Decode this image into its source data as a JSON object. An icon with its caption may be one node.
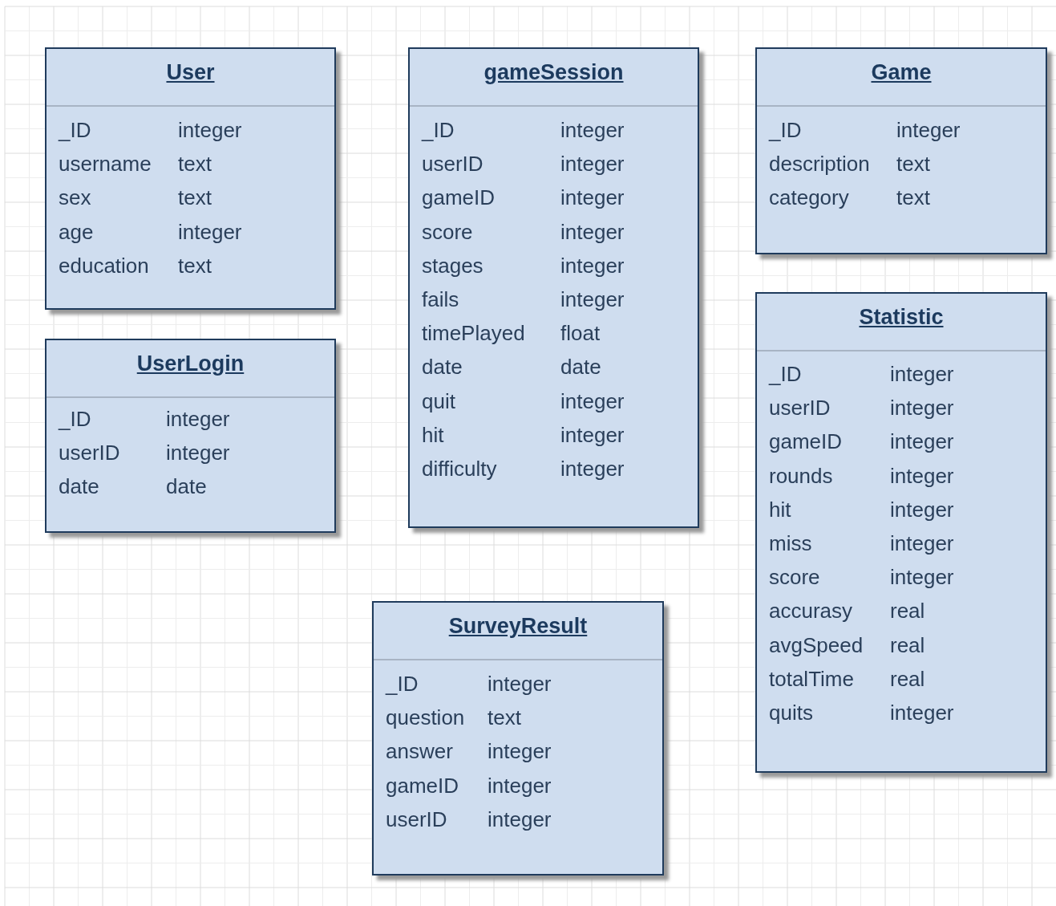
{
  "diagram": {
    "nodes": [
      {
        "text": [
          "User",
          "_ID",
          "integer",
          "username",
          "text",
          "sex",
          "text",
          "age",
          "integer",
          "education",
          "text"
        ]
      },
      {
        "text": [
          "UserLogin",
          "_ID",
          "integer",
          "userID",
          "integer",
          "date",
          "date"
        ]
      },
      {
        "text": [
          "gameSession",
          "_ID",
          "integer",
          "userID",
          "integer",
          "gameID",
          "integer",
          "score",
          "integer",
          "stages",
          "integer",
          "fails",
          "integer",
          "timePlayed",
          "float",
          "date",
          "date",
          "quit",
          "integer",
          "hit",
          "integer",
          "difficulty",
          "integer"
        ]
      },
      {
        "text": [
          "SurveyResult",
          "_ID",
          "integer",
          "question",
          "text",
          "answer",
          "integer",
          "gameID",
          "integer",
          "userID",
          "integer"
        ]
      },
      {
        "text": [
          "Game",
          "_ID",
          "integer",
          "description",
          "text",
          "category",
          "text"
        ]
      },
      {
        "text": [
          "Statistic",
          "_ID",
          "integer",
          "userID",
          "integer",
          "gameID",
          "integer",
          "rounds",
          "integer",
          "hit",
          "integer",
          "miss",
          "integer",
          "score",
          "integer",
          "accurasy",
          "real",
          "avgSpeed",
          "real",
          "totalTime",
          "real",
          "quits",
          "integer"
        ]
      }
    ]
  }
}
